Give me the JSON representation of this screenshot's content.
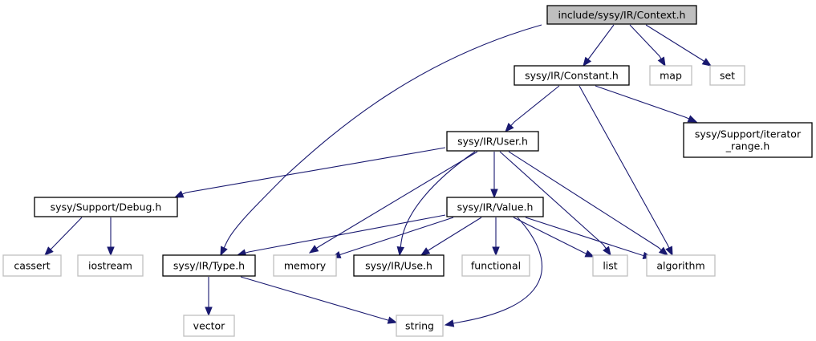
{
  "graph": {
    "nodes": {
      "context": {
        "lines": [
          "include/sysy/IR/Context.h"
        ],
        "kind": "root"
      },
      "constant": {
        "lines": [
          "sysy/IR/Constant.h"
        ],
        "kind": "local"
      },
      "map": {
        "lines": [
          "map"
        ],
        "kind": "system"
      },
      "set": {
        "lines": [
          "set"
        ],
        "kind": "system"
      },
      "user": {
        "lines": [
          "sysy/IR/User.h"
        ],
        "kind": "local"
      },
      "iterator_range": {
        "lines": [
          "sysy/Support/iterator",
          "_range.h"
        ],
        "kind": "local"
      },
      "debug": {
        "lines": [
          "sysy/Support/Debug.h"
        ],
        "kind": "local"
      },
      "value": {
        "lines": [
          "sysy/IR/Value.h"
        ],
        "kind": "local"
      },
      "cassert": {
        "lines": [
          "cassert"
        ],
        "kind": "system"
      },
      "iostream": {
        "lines": [
          "iostream"
        ],
        "kind": "system"
      },
      "type": {
        "lines": [
          "sysy/IR/Type.h"
        ],
        "kind": "local"
      },
      "memory": {
        "lines": [
          "memory"
        ],
        "kind": "system"
      },
      "use": {
        "lines": [
          "sysy/IR/Use.h"
        ],
        "kind": "local"
      },
      "functional": {
        "lines": [
          "functional"
        ],
        "kind": "system"
      },
      "list": {
        "lines": [
          "list"
        ],
        "kind": "system"
      },
      "algorithm": {
        "lines": [
          "algorithm"
        ],
        "kind": "system"
      },
      "vector": {
        "lines": [
          "vector"
        ],
        "kind": "system"
      },
      "string": {
        "lines": [
          "string"
        ],
        "kind": "system"
      }
    },
    "edges": [
      [
        "context",
        "type"
      ],
      [
        "context",
        "constant"
      ],
      [
        "context",
        "map"
      ],
      [
        "context",
        "set"
      ],
      [
        "constant",
        "user"
      ],
      [
        "constant",
        "iterator_range"
      ],
      [
        "constant",
        "algorithm"
      ],
      [
        "user",
        "debug"
      ],
      [
        "user",
        "value"
      ],
      [
        "user",
        "memory"
      ],
      [
        "user",
        "use"
      ],
      [
        "user",
        "list"
      ],
      [
        "user",
        "algorithm"
      ],
      [
        "debug",
        "cassert"
      ],
      [
        "debug",
        "iostream"
      ],
      [
        "value",
        "type"
      ],
      [
        "value",
        "memory"
      ],
      [
        "value",
        "use"
      ],
      [
        "value",
        "functional"
      ],
      [
        "value",
        "list"
      ],
      [
        "value",
        "algorithm"
      ],
      [
        "value",
        "string"
      ],
      [
        "type",
        "vector"
      ],
      [
        "type",
        "string"
      ]
    ]
  },
  "colors": {
    "edge": "#191970",
    "root_fill": "#bfbfbf",
    "local_border": "#000000",
    "system_border": "#bfbfbf",
    "system_text": "#555555"
  }
}
